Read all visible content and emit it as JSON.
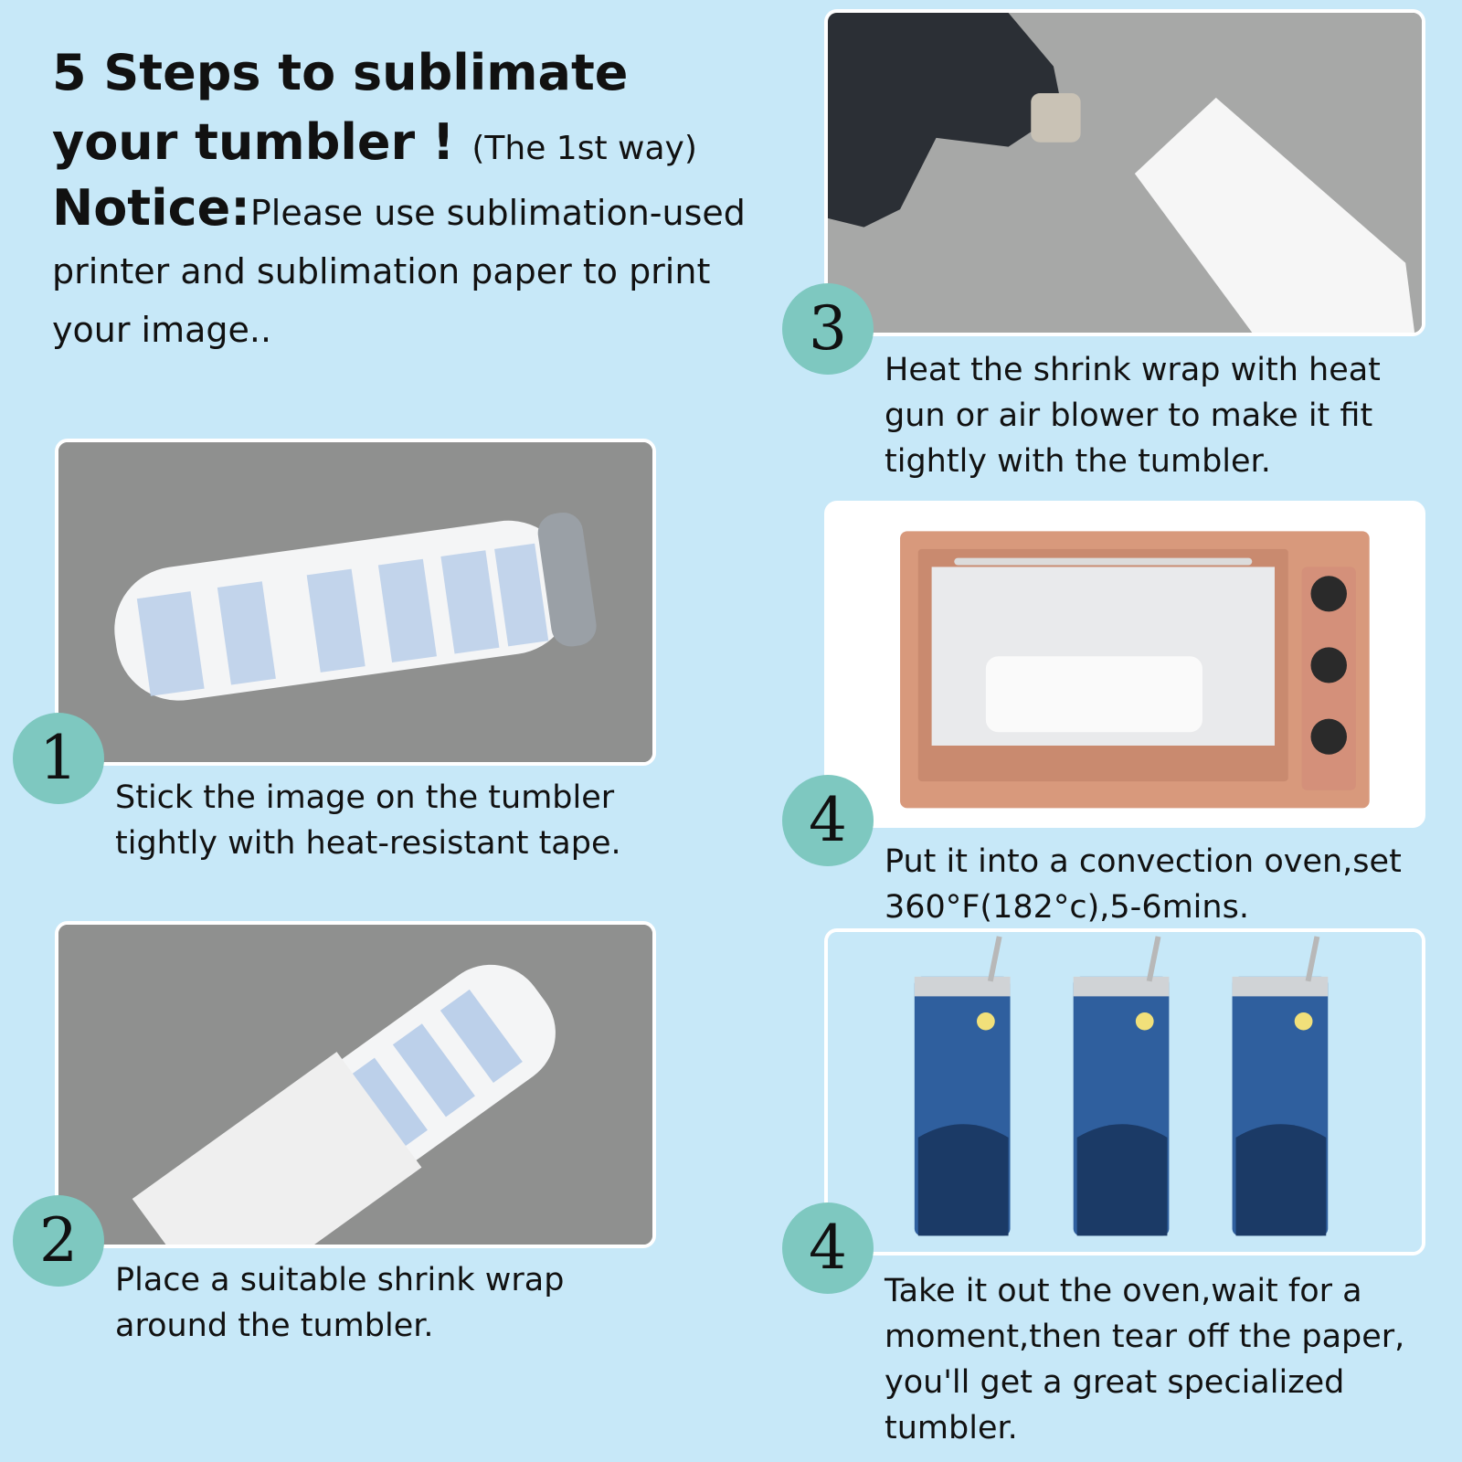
{
  "header": {
    "title_main": "5 Steps to sublimate your tumbler !",
    "title_sub": "(The 1st way)",
    "notice_label": "Notice:",
    "notice_text": "Please use sublimation-used printer and sublimation paper to print your image.."
  },
  "steps": [
    {
      "number": "1",
      "text": "Stick the image on the tumbler tightly with heat-resistant tape."
    },
    {
      "number": "2",
      "text": "Place a suitable shrink wrap around the tumbler."
    },
    {
      "number": "3",
      "text": "Heat the shrink wrap with heat gun or air blower to make it fit tightly with the tumbler."
    },
    {
      "number": "4",
      "text": "Put it into a convection oven,set 360°F(182°c),5-6mins."
    },
    {
      "number": "4",
      "text": "Take it out the oven,wait for a moment,then tear off the paper, you'll get a great specialized tumbler."
    }
  ],
  "colors": {
    "background": "#c7e8f8",
    "badge": "#7ec8c0",
    "card_border": "#ffffff"
  }
}
